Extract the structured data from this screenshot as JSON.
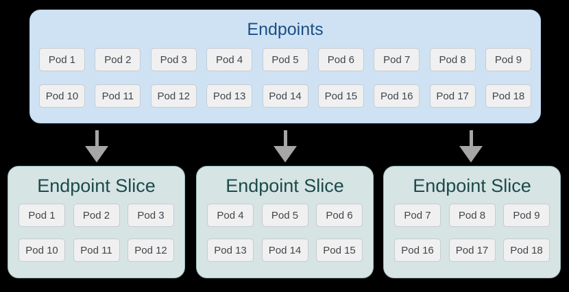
{
  "colors": {
    "background": "#000000",
    "endpoints_fill": "#cfe2f4",
    "endpoints_border": "#b9d1ea",
    "endpoints_title": "#1a4f85",
    "slice_fill": "#d6e4e4",
    "slice_border": "#9ebdbd",
    "slice_title": "#1d4a4a",
    "pod_fill": "#f0f0f1",
    "pod_border": "#c6cbd0",
    "pod_text": "#414549",
    "arrow": "#a6a6a6"
  },
  "endpoints": {
    "title": "Endpoints",
    "pods_row1": [
      "Pod 1",
      "Pod 2",
      "Pod 3",
      "Pod 4",
      "Pod 5",
      "Pod 6",
      "Pod 7",
      "Pod 8",
      "Pod 9"
    ],
    "pods_row2": [
      "Pod 10",
      "Pod 11",
      "Pod 12",
      "Pod 13",
      "Pod 14",
      "Pod 15",
      "Pod 16",
      "Pod 17",
      "Pod 18"
    ]
  },
  "slices": [
    {
      "title": "Endpoint Slice",
      "pods_row1": [
        "Pod 1",
        "Pod 2",
        "Pod 3"
      ],
      "pods_row2": [
        "Pod 10",
        "Pod 11",
        "Pod 12"
      ]
    },
    {
      "title": "Endpoint Slice",
      "pods_row1": [
        "Pod 4",
        "Pod 5",
        "Pod 6"
      ],
      "pods_row2": [
        "Pod 13",
        "Pod 14",
        "Pod 15"
      ]
    },
    {
      "title": "Endpoint Slice",
      "pods_row1": [
        "Pod 7",
        "Pod 8",
        "Pod 9"
      ],
      "pods_row2": [
        "Pod 16",
        "Pod 17",
        "Pod 18"
      ]
    }
  ]
}
